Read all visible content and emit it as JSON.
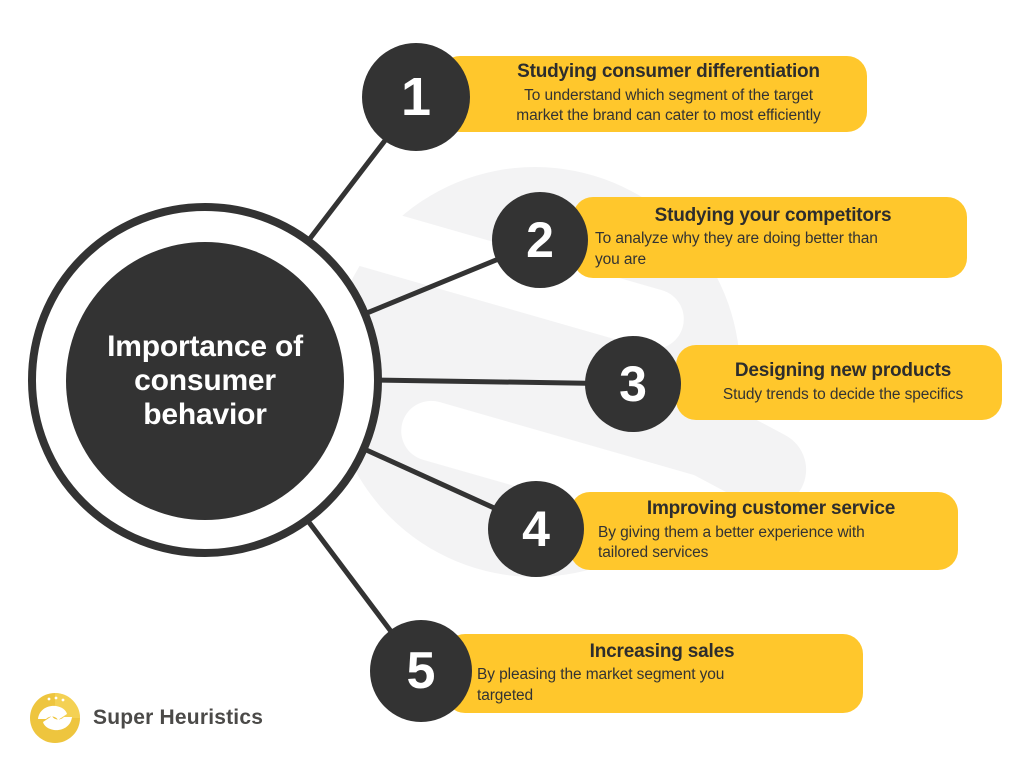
{
  "center": {
    "title": "Importance of consumer behavior"
  },
  "items": [
    {
      "number": "1",
      "title": "Studying consumer differentiation",
      "description": "To understand which segment of the target\nmarket the brand can cater to most efficiently"
    },
    {
      "number": "2",
      "title": "Studying your competitors",
      "description": "To analyze why they are doing better than\nyou are"
    },
    {
      "number": "3",
      "title": "Designing new products",
      "description": "Study trends to decide the specifics"
    },
    {
      "number": "4",
      "title": "Improving customer service",
      "description": "By giving them a better experience with\ntailored services"
    },
    {
      "number": "5",
      "title": "Increasing sales",
      "description": "By pleasing the market segment you\ntargeted"
    }
  ],
  "brand": {
    "name": "Super Heuristics"
  },
  "colors": {
    "accent_yellow": "#ffc72c",
    "dark": "#333333",
    "logo_yellow": "#eec53e",
    "watermark_gray": "#f3f3f4"
  }
}
